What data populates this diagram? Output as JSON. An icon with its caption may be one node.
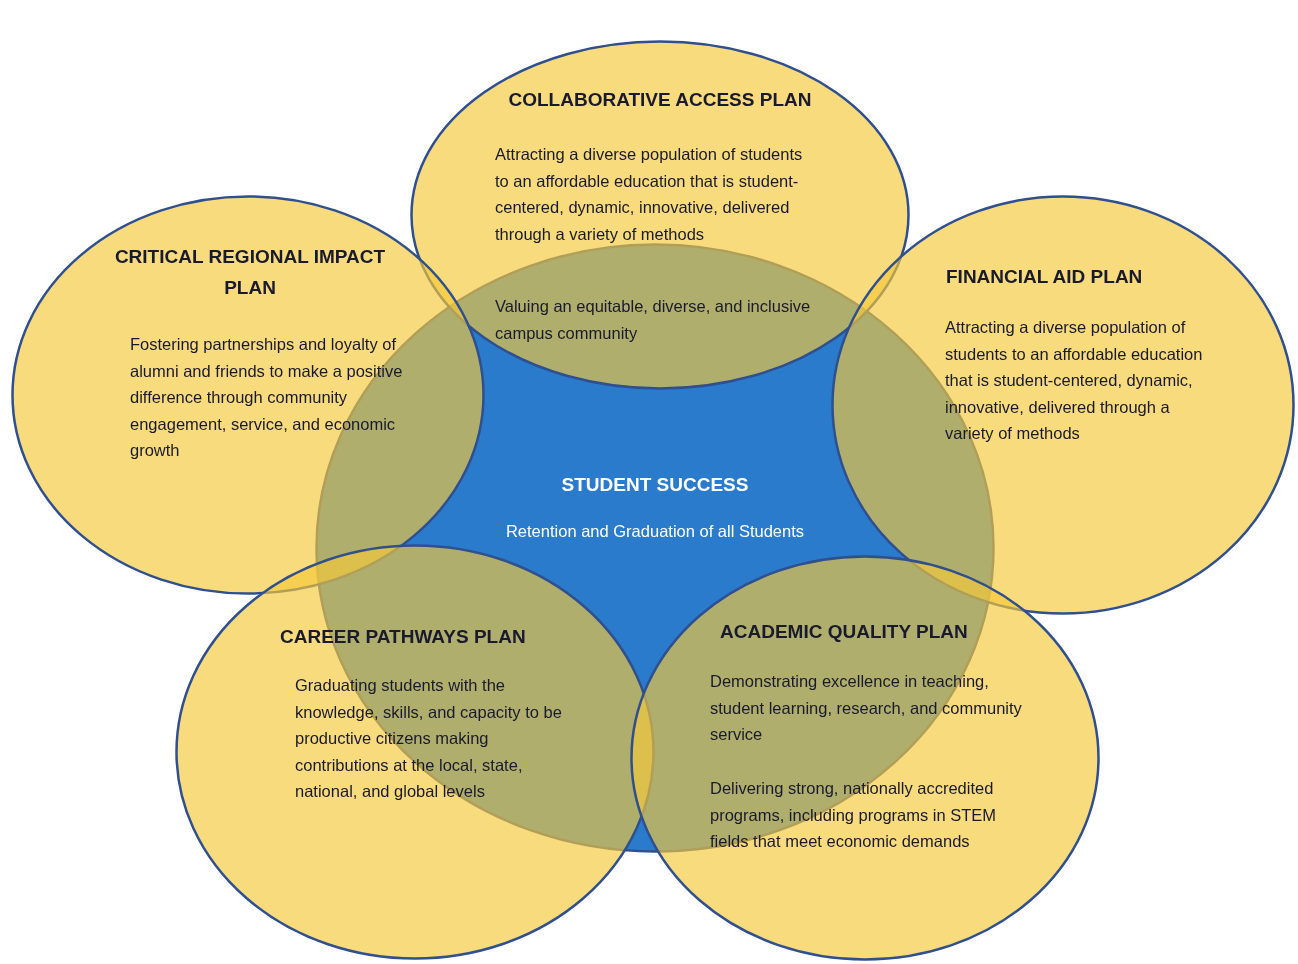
{
  "diagram": {
    "nodes": [
      {
        "text": [
          "COLLABORATIVE ACCESS PLAN",
          "Attracting a diverse population of students to an affordable education that is student-centered, dynamic, innovative, delivered through a variety of methods",
          "Valuing an equitable, diverse, and inclusive campus community"
        ]
      },
      {
        "text": [
          "CRITICAL REGIONAL IMPACT PLAN",
          "Fostering partnerships and loyalty of alumni and friends to make a positive difference through community engagement, service, and economic growth"
        ]
      },
      {
        "text": [
          "FINANCIAL AID PLAN",
          "Attracting a diverse population of students to an affordable education that is student-centered, dynamic, innovative, delivered through a variety of methods"
        ]
      },
      {
        "text": [
          "STUDENT SUCCESS",
          "Retention and Graduation of all Students"
        ]
      },
      {
        "text": [
          "CAREER PATHWAYS PLAN",
          "Graduating students with the knowledge, skills, and capacity to be productive citizens making contributions at the local, state, national, and global levels"
        ]
      },
      {
        "text": [
          "ACADEMIC QUALITY PLAN",
          "Demonstrating excellence in teaching, student learning, research, and community service",
          "Delivering strong, nationally accredited programs, including programs in STEM fields that meet economic demands"
        ]
      }
    ]
  }
}
